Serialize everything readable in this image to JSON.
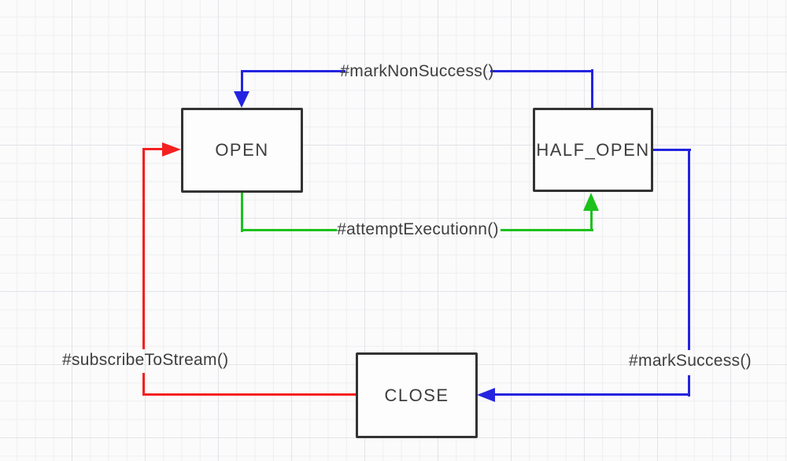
{
  "diagram": {
    "type": "state-diagram",
    "nodes": [
      {
        "id": "open",
        "label": "OPEN"
      },
      {
        "id": "half_open",
        "label": "HALF_OPEN"
      },
      {
        "id": "close",
        "label": "CLOSE"
      }
    ],
    "edges": [
      {
        "id": "mark_non_success",
        "label": "#markNonSuccess()",
        "from": "HALF_OPEN",
        "to": "OPEN",
        "color": "#2424e0"
      },
      {
        "id": "attempt_execution",
        "label": "#attemptExecutionn()",
        "from": "OPEN",
        "to": "HALF_OPEN",
        "color": "#1cc11c"
      },
      {
        "id": "mark_success",
        "label": "#markSuccess()",
        "from": "HALF_OPEN",
        "to": "CLOSE",
        "color": "#2424e0"
      },
      {
        "id": "subscribe_to_stream",
        "label": "#subscribeToStream()",
        "from": "CLOSE",
        "to": "OPEN",
        "color": "#f52020"
      }
    ],
    "colors": {
      "blue": "#2424e0",
      "green": "#1cc11c",
      "red": "#f52020",
      "node_border": "#333333",
      "text": "#3d3d3d",
      "background": "#fbfbfb"
    }
  }
}
